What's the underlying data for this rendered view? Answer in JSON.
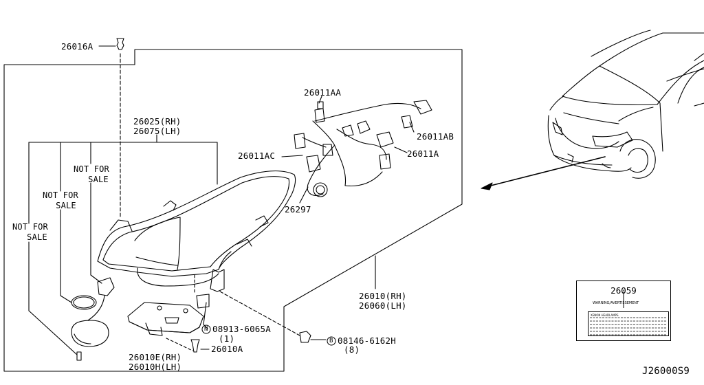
{
  "labels": {
    "p26016A": "26016A",
    "p26025": "26025(RH)",
    "p26075": "26075(LH)",
    "p26011AA": "26011AA",
    "p26011AB": "26011AB",
    "p26011AC": "26011AC",
    "p26011A": "26011A",
    "p26297": "26297",
    "p26010": "26010(RH)",
    "p26060": "26060(LH)",
    "p08913": "08913-6065A",
    "p08913_qty": "(1)",
    "p08913_symbol": "N",
    "p08146": "08146-6162H",
    "p08146_qty": "(8)",
    "p08146_symbol": "B",
    "p26010A": "26010A",
    "p26010E": "26010E(RH)",
    "p26010H": "26010H(LH)",
    "p26059": "26059",
    "diagram_code": "J26000S9"
  },
  "not_for_sale": [
    {
      "line1": "NOT FOR",
      "line2": "SALE"
    },
    {
      "line1": "NOT FOR",
      "line2": "SALE"
    },
    {
      "line1": "NOT FOR",
      "line2": "SALE"
    }
  ],
  "warning_card": {
    "title": "WARNING/AVERTISSEMENT",
    "subtitle": "XENON HEADLAMPS"
  }
}
